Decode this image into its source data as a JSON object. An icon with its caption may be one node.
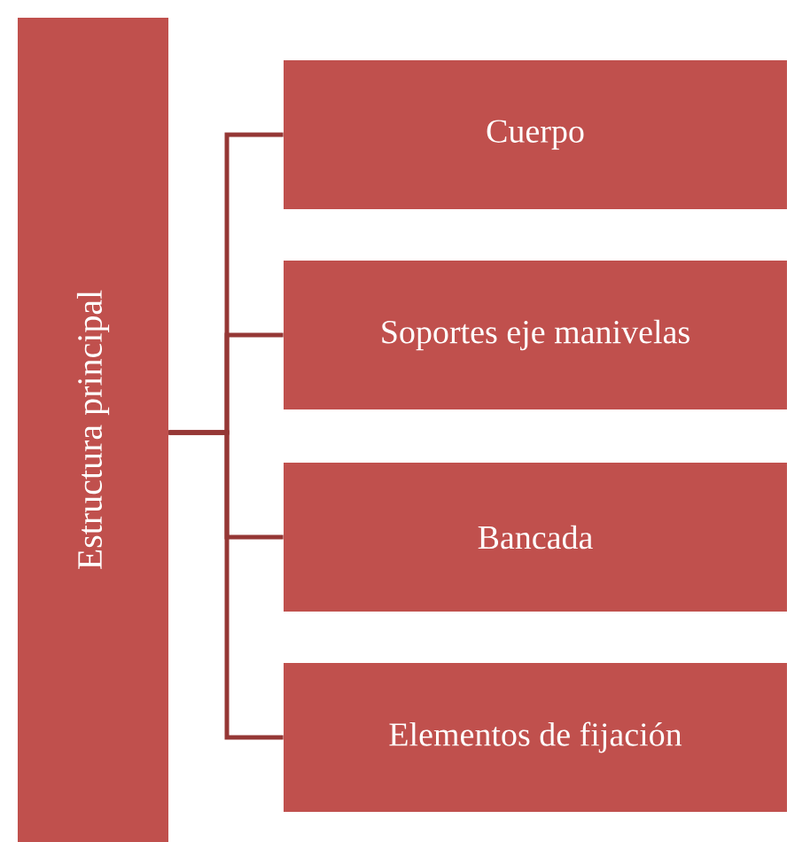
{
  "diagram": {
    "nodes": [
      {
        "text": [
          "Estructura principal"
        ]
      },
      {
        "text": [
          "Cuerpo"
        ]
      },
      {
        "text": [
          "Soportes eje manivelas"
        ]
      },
      {
        "text": [
          "Bancada"
        ]
      },
      {
        "text": [
          "Elementos de fijación"
        ]
      }
    ],
    "edges": [
      {
        "from": 0,
        "to": 1,
        "arrow": "none"
      },
      {
        "from": 0,
        "to": 2,
        "arrow": "none"
      },
      {
        "from": 0,
        "to": 3,
        "arrow": "none"
      },
      {
        "from": 0,
        "to": 4,
        "arrow": "none"
      }
    ]
  }
}
